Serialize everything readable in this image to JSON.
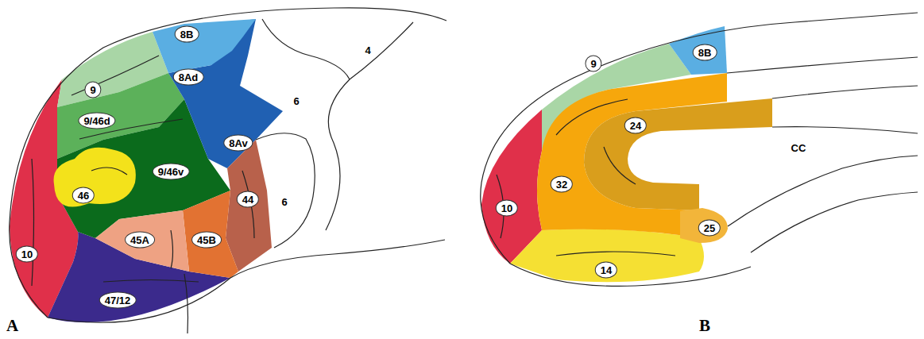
{
  "diagram": {
    "labels": [
      "8B",
      "8Ad",
      "9",
      "9/46d",
      "8Av",
      "4",
      "6",
      "9/46v",
      "46",
      "44",
      "6",
      "45A",
      "45B",
      "10",
      "47/12",
      "A",
      "8B",
      "9",
      "24",
      "CC",
      "32",
      "10",
      "25",
      "14",
      "B"
    ]
  }
}
